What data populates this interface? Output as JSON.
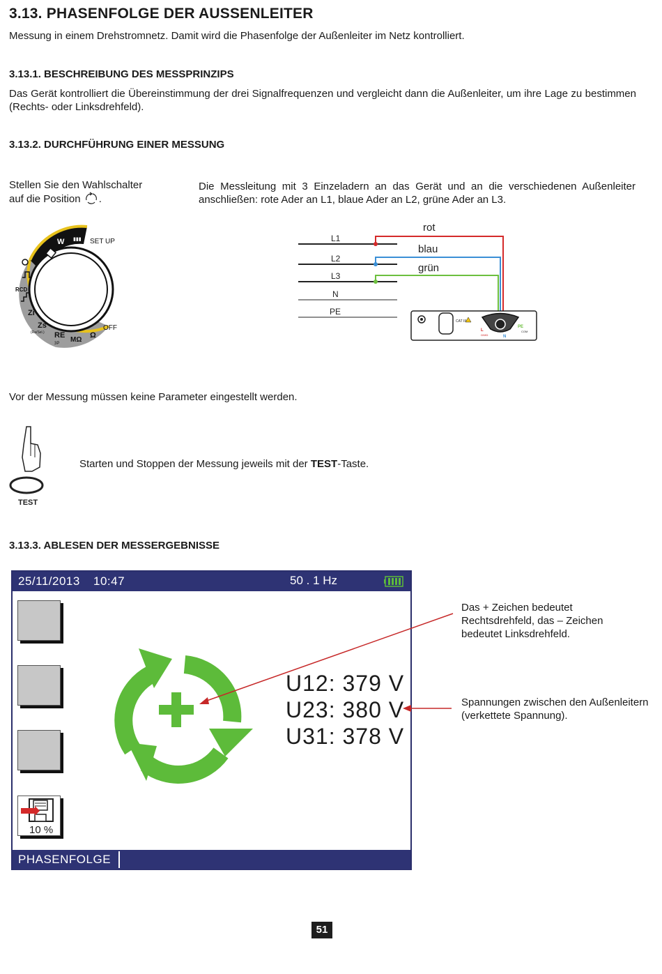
{
  "heading": "3.13. PHASENFOLGE DER AUSSENLEITER",
  "intro": "Messung in einem Drehstromnetz. Damit wird die Phasenfolge der Außenleiter im Netz kontrolliert.",
  "sec1": {
    "title": "3.13.1. BESCHREIBUNG DES MESSPRINZIPS",
    "text": "Das Gerät kontrolliert die Übereinstimmung der drei Signalfrequenzen und vergleicht dann die Außenleiter, um ihre Lage zu bestimmen (Rechts- oder Linksdrehfeld)."
  },
  "sec2": {
    "title": "3.13.2. DURCHFÜHRUNG EINER MESSUNG",
    "selector_text_a": "Stellen Sie den Wahlschalter",
    "selector_text_b": "auf die Position",
    "connect_text": "Die Messleitung mit 3 Einzeladern an das Gerät und an die verschiedenen Außenleiter anschließen: rote Ader an L1, blaue Ader an L2, grüne Ader an L3.",
    "no_params": "Vor der Messung müssen keine Parameter eingestellt werden.",
    "start_stop_a": "Starten und Stoppen der Messung jeweils mit der ",
    "start_stop_b": "TEST",
    "start_stop_c": "-Taste.",
    "test_label": "TEST"
  },
  "dial": {
    "w": "W",
    "setup": "SET UP",
    "off": "OFF",
    "rcd": "RCD",
    "zi": "Zi",
    "zs": "Zs",
    "zs_sub": "(Ra/Sel.)",
    "re": "RE",
    "re_sub": "3P",
    "mohm": "MΩ",
    "ohm": "Ω"
  },
  "wiring": {
    "lines": [
      "L1",
      "L2",
      "L3",
      "N",
      "PE"
    ],
    "rot": "rot",
    "blau": "blau",
    "gruen": "grün",
    "device_cat": "CAT III",
    "device_l": "L",
    "device_n": "N",
    "device_pe": "PE",
    "device_com": "COM",
    "device_sub": "Ω/MΩ",
    "colors": {
      "red": "#d42a2a",
      "blue": "#3a8fd6",
      "green": "#6cbf3e"
    }
  },
  "sec3": {
    "title": "3.13.3. ABLESEN DER MESSERGEBNISSE"
  },
  "screen": {
    "date": "25/11/2013",
    "time": "10:47",
    "freq": "50 . 1  Hz",
    "u12": "U12: 379 V",
    "u23": "U23: 380 V",
    "u31": "U31: 378 V",
    "memory": "10 %",
    "mode": "PHASENFOLGE",
    "arrow_color": "#5dbb3a"
  },
  "annotations": {
    "plus": "Das + Zeichen bedeutet Rechtsdrehfeld, das – Zeichen bedeutet Linksdrehfeld.",
    "voltages": "Spannungen zwischen den Außenleitern (verkettete Spannung)."
  },
  "page_number": "51"
}
